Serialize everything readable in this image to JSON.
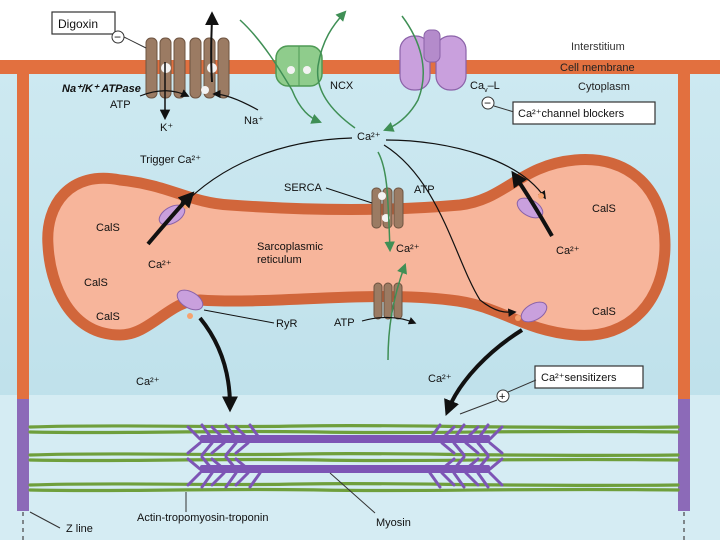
{
  "labels": {
    "digoxin": "Digoxin",
    "minus_sign": "−",
    "plus_sign": "+",
    "na_k_atpase": "Na⁺/K⁺ ATPase",
    "atp": "ATP",
    "k_plus": "K⁺",
    "na_plus": "Na⁺",
    "ncx": "NCX",
    "ca_l": "Ca",
    "ca_l_sub": "v",
    "ca_l_suffix": "–L",
    "interstitium": "Interstitium",
    "cell_membrane": "Cell membrane",
    "cytoplasm": "Cytoplasm",
    "ca_channel_blockers": "Ca²⁺channel blockers",
    "ca2_plus": "Ca²⁺",
    "trigger_ca": "Trigger Ca²⁺",
    "serca": "SERCA",
    "cals": "CalS",
    "sarcoplasmic": "Sarcoplasmic",
    "reticulum": "reticulum",
    "ryr": "RyR",
    "ca_sensitizers": "Ca²⁺sensitizers",
    "z_line": "Z line",
    "actin": "Actin-tropomyosin-troponin",
    "myosin": "Myosin"
  },
  "colors": {
    "cell_membrane": "#e2703f",
    "interstitium": "#ffffff",
    "cytoplasm": "#c3e3ec",
    "sr_fill": "#f7b59b",
    "sr_edge": "#d1663b",
    "ncx_green": "#8fcc8c",
    "l_channel_purple": "#c9a0dd",
    "atpase_brown": "#9b7b63",
    "z_line_purple": "#8c6ab8",
    "myosin_purple": "#7d55b5",
    "actin_green": "#6f9f3c"
  }
}
